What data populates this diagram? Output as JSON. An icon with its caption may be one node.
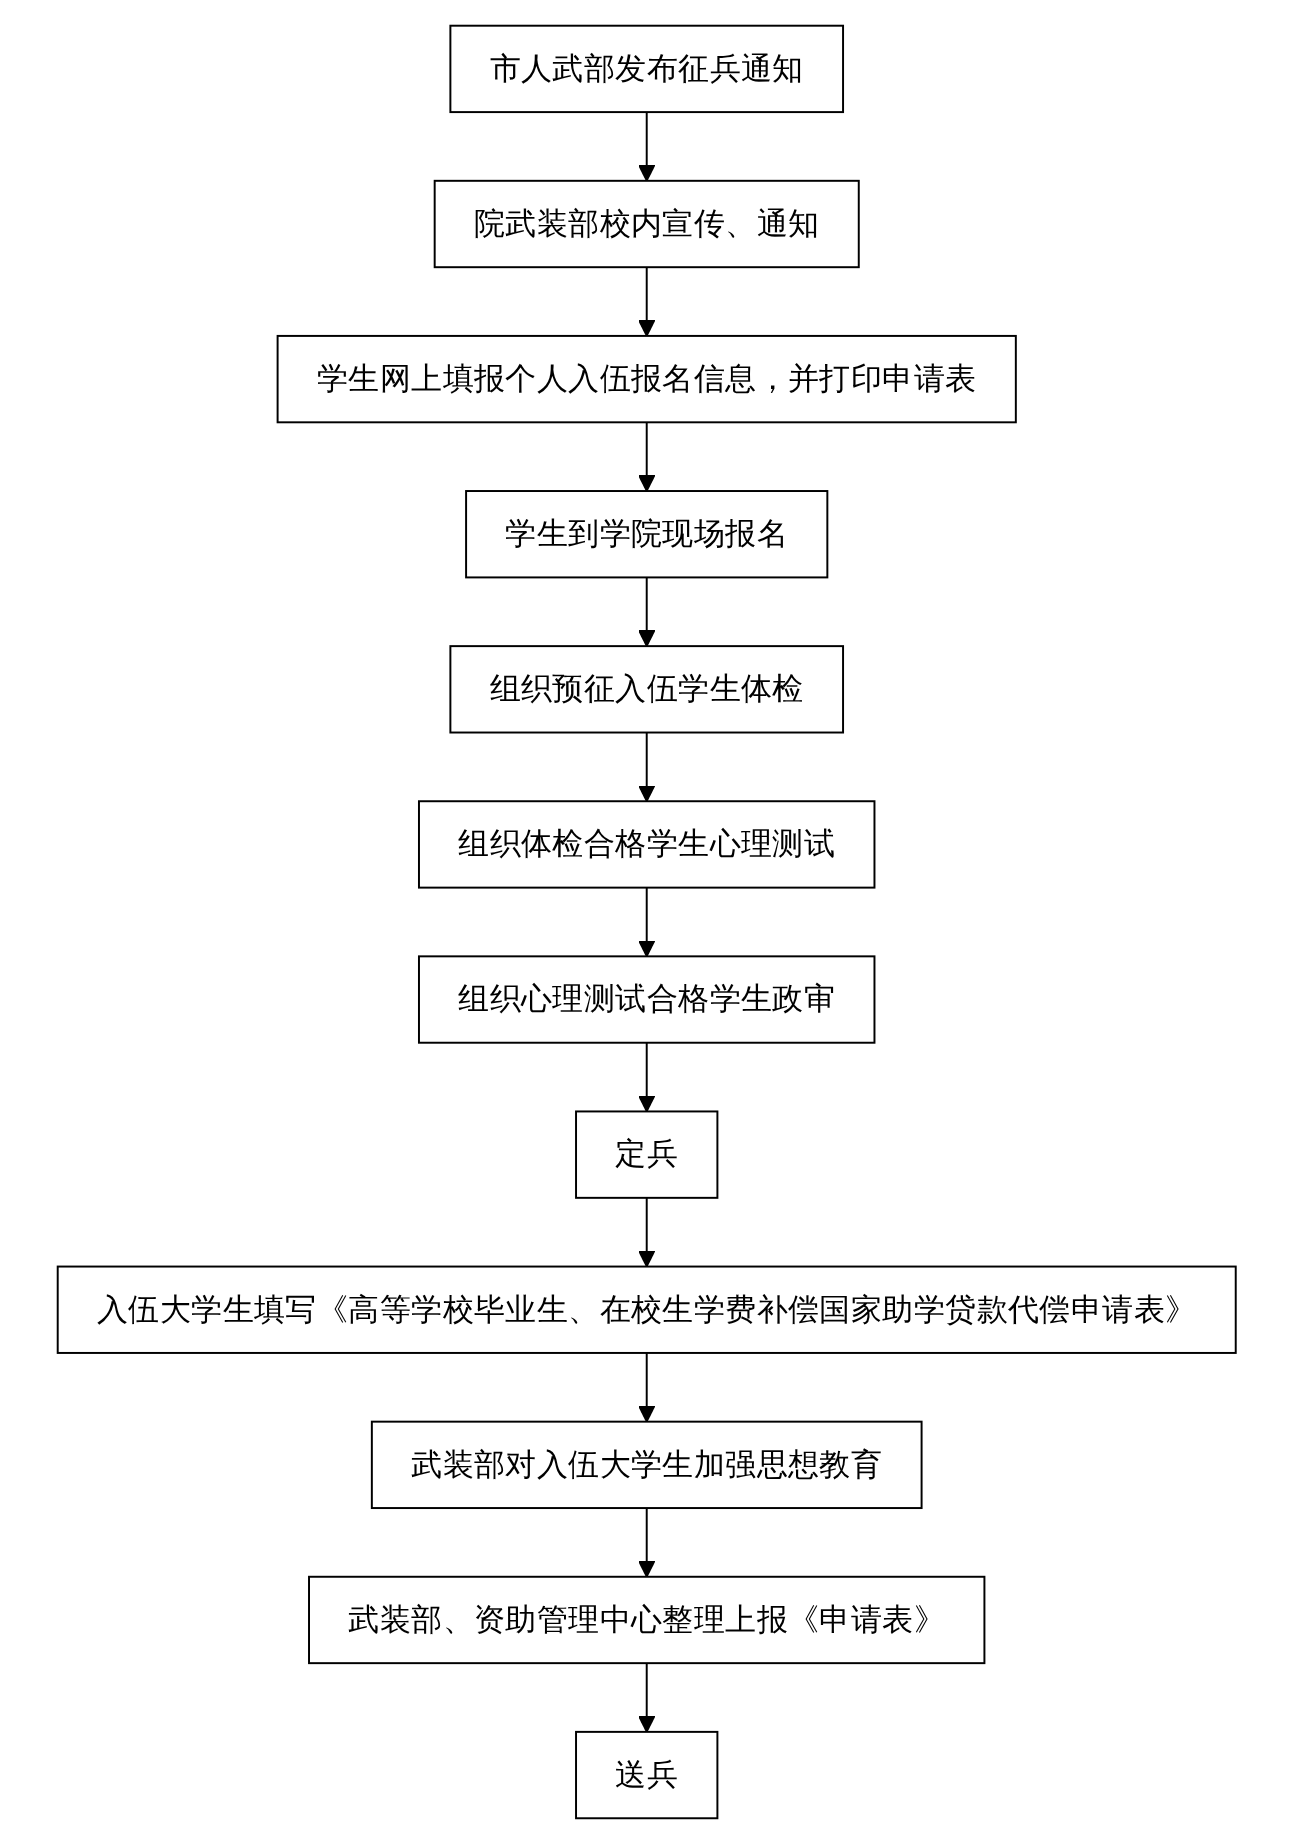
{
  "diagram": {
    "nodes": [
      {
        "text": [
          "市人武部发布征兵通知"
        ]
      },
      {
        "text": [
          "院武装部校内宣传、通知"
        ]
      },
      {
        "text": [
          "学生网上填报个人入伍报名信息，并打印申请表"
        ]
      },
      {
        "text": [
          "学生到学院现场报名"
        ]
      },
      {
        "text": [
          "组织预征入伍学生体检"
        ]
      },
      {
        "text": [
          "组织体检合格学生心理测试"
        ]
      },
      {
        "text": [
          "组织心理测试合格学生政审"
        ]
      },
      {
        "text": [
          "定兵"
        ]
      },
      {
        "text": [
          "入伍大学生填写《高等学校毕业生、在校生学费补偿国家助学贷款代偿申请表》"
        ]
      },
      {
        "text": [
          "武装部对入伍大学生加强思想教育"
        ]
      },
      {
        "text": [
          "武装部、资助管理中心整理上报《申请表》"
        ]
      },
      {
        "text": [
          "送兵"
        ]
      }
    ],
    "edges": [
      {
        "from": 0,
        "to": 1,
        "arrow": "to"
      },
      {
        "from": 1,
        "to": 2,
        "arrow": "to"
      },
      {
        "from": 2,
        "to": 3,
        "arrow": "to"
      },
      {
        "from": 3,
        "to": 4,
        "arrow": "to"
      },
      {
        "from": 4,
        "to": 5,
        "arrow": "to"
      },
      {
        "from": 5,
        "to": 6,
        "arrow": "to"
      },
      {
        "from": 6,
        "to": 7,
        "arrow": "to"
      },
      {
        "from": 7,
        "to": 8,
        "arrow": "to"
      },
      {
        "from": 8,
        "to": 9,
        "arrow": "to"
      },
      {
        "from": 9,
        "to": 10,
        "arrow": "to"
      },
      {
        "from": 10,
        "to": 11,
        "arrow": "to"
      }
    ]
  }
}
